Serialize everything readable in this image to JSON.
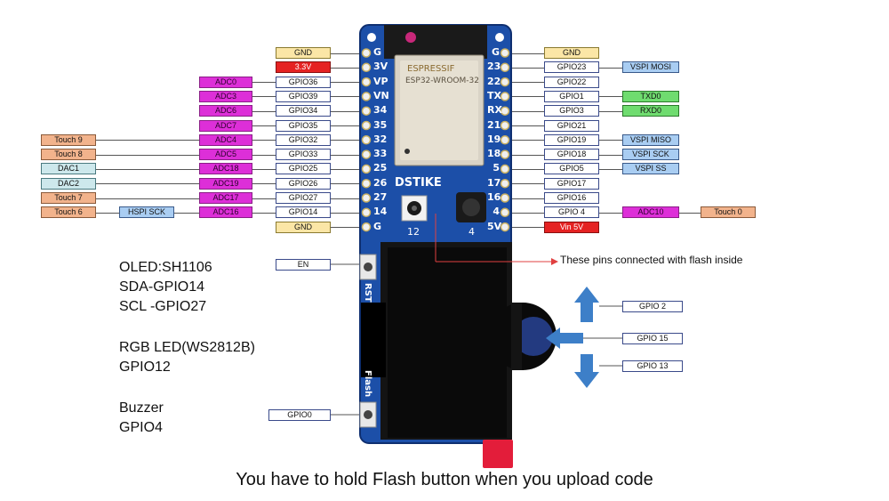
{
  "left_pins": [
    {
      "row": 0,
      "pin": "GND",
      "pin_kind": "gnd",
      "funcs": []
    },
    {
      "row": 1,
      "pin": "3.3V",
      "pin_kind": "pwr",
      "funcs": []
    },
    {
      "row": 2,
      "pin": "GPIO36",
      "pin_kind": "pin",
      "funcs": [
        {
          "text": "ADC0",
          "kind": "adc"
        }
      ]
    },
    {
      "row": 3,
      "pin": "GPIO39",
      "pin_kind": "pin",
      "funcs": [
        {
          "text": "ADC3",
          "kind": "adc"
        }
      ]
    },
    {
      "row": 4,
      "pin": "GPIO34",
      "pin_kind": "pin",
      "funcs": [
        {
          "text": "ADC6",
          "kind": "adc"
        }
      ]
    },
    {
      "row": 5,
      "pin": "GPIO35",
      "pin_kind": "pin",
      "funcs": [
        {
          "text": "ADC7",
          "kind": "adc"
        }
      ]
    },
    {
      "row": 6,
      "pin": "GPIO32",
      "pin_kind": "pin",
      "funcs": [
        {
          "text": "ADC4",
          "kind": "adc"
        },
        {
          "text": "Touch 9",
          "kind": "touch"
        }
      ]
    },
    {
      "row": 7,
      "pin": "GPIO33",
      "pin_kind": "pin",
      "funcs": [
        {
          "text": "ADC5",
          "kind": "adc"
        },
        {
          "text": "Touch 8",
          "kind": "touch"
        }
      ]
    },
    {
      "row": 8,
      "pin": "GPIO25",
      "pin_kind": "pin",
      "funcs": [
        {
          "text": "ADC18",
          "kind": "adc"
        },
        {
          "text": "DAC1",
          "kind": "dac"
        }
      ]
    },
    {
      "row": 9,
      "pin": "GPIO26",
      "pin_kind": "pin",
      "funcs": [
        {
          "text": "ADC19",
          "kind": "adc"
        },
        {
          "text": "DAC2",
          "kind": "dac"
        }
      ]
    },
    {
      "row": 10,
      "pin": "GPIO27",
      "pin_kind": "pin",
      "funcs": [
        {
          "text": "ADC17",
          "kind": "adc"
        },
        {
          "text": "Touch 7",
          "kind": "touch"
        }
      ]
    },
    {
      "row": 11,
      "pin": "GPIO14",
      "pin_kind": "pin",
      "funcs": [
        {
          "text": "ADC16",
          "kind": "adc"
        },
        {
          "text": "HSPI SCK",
          "kind": "spi"
        },
        {
          "text": "Touch 6",
          "kind": "touch"
        }
      ]
    },
    {
      "row": 12,
      "pin": "GND",
      "pin_kind": "gnd",
      "funcs": []
    }
  ],
  "right_pins": [
    {
      "row": 0,
      "pin": "GND",
      "pin_kind": "gnd",
      "funcs": []
    },
    {
      "row": 1,
      "pin": "GPIO23",
      "pin_kind": "pin",
      "funcs": [
        {
          "text": "VSPI MOSI",
          "kind": "spi"
        }
      ]
    },
    {
      "row": 2,
      "pin": "GPIO22",
      "pin_kind": "pin",
      "funcs": []
    },
    {
      "row": 3,
      "pin": "GPIO1",
      "pin_kind": "pin",
      "funcs": [
        {
          "text": "TXD0",
          "kind": "uart"
        }
      ]
    },
    {
      "row": 4,
      "pin": "GPIO3",
      "pin_kind": "pin",
      "funcs": [
        {
          "text": "RXD0",
          "kind": "uart"
        }
      ]
    },
    {
      "row": 5,
      "pin": "GPIO21",
      "pin_kind": "pin",
      "funcs": []
    },
    {
      "row": 6,
      "pin": "GPIO19",
      "pin_kind": "pin",
      "funcs": [
        {
          "text": "VSPI MISO",
          "kind": "spi"
        }
      ]
    },
    {
      "row": 7,
      "pin": "GPIO18",
      "pin_kind": "pin",
      "funcs": [
        {
          "text": "VSPI SCK",
          "kind": "spi"
        }
      ]
    },
    {
      "row": 8,
      "pin": "GPIO5",
      "pin_kind": "pin",
      "funcs": [
        {
          "text": "VSPI SS",
          "kind": "spi"
        }
      ]
    },
    {
      "row": 9,
      "pin": "GPIO17",
      "pin_kind": "pin",
      "funcs": []
    },
    {
      "row": 10,
      "pin": "GPIO16",
      "pin_kind": "pin",
      "funcs": []
    },
    {
      "row": 11,
      "pin": "GPIO 4",
      "pin_kind": "pin",
      "funcs": [
        {
          "text": "ADC10",
          "kind": "adc"
        },
        {
          "text": "Touch 0",
          "kind": "touch"
        }
      ]
    },
    {
      "row": 12,
      "pin": "Vin 5V",
      "pin_kind": "pwr",
      "funcs": []
    }
  ],
  "left_silk": [
    "G",
    "3V",
    "VP",
    "VN",
    "34",
    "35",
    "32",
    "33",
    "25",
    "26",
    "27",
    "14",
    "G"
  ],
  "right_silk": [
    "G",
    "23",
    "22",
    "TX",
    "RX",
    "21",
    "19",
    "18",
    "5",
    "17",
    "16",
    "4",
    "5V"
  ],
  "board": {
    "module_brand": "ESPRESSIF",
    "module_name": "ESP32-WROOM-32",
    "brand": "DSTIKE",
    "led_label": "12",
    "buzzer_label": "4",
    "rst_label": "RST",
    "flash_label": "Flash"
  },
  "buttons": {
    "en": "EN",
    "gpio0": "GPIO0"
  },
  "joystick": [
    {
      "label": "GPIO 2",
      "dir": "up"
    },
    {
      "label": "GPIO 15",
      "dir": "left"
    },
    {
      "label": "GPIO 13",
      "dir": "down"
    }
  ],
  "flash_note": "These pins connected with flash inside",
  "notes": {
    "oled": [
      "OLED:SH1106",
      "SDA-GPIO14",
      "SCL -GPIO27"
    ],
    "led": [
      "RGB LED(WS2812B)",
      "GPIO12"
    ],
    "buzzer": [
      "Buzzer",
      "GPIO4"
    ]
  },
  "footer": "You have to hold Flash button when you upload code",
  "colors": {
    "board": "#1c4fa8",
    "adc": "#dd2fd8",
    "touch": "#f2b38c",
    "spi": "#a9cdf2",
    "uart": "#6fdc6f",
    "power": "#e52222",
    "gnd": "#fbe6a6",
    "dac": "#cde8ec",
    "arrow": "#3d7fc8"
  }
}
